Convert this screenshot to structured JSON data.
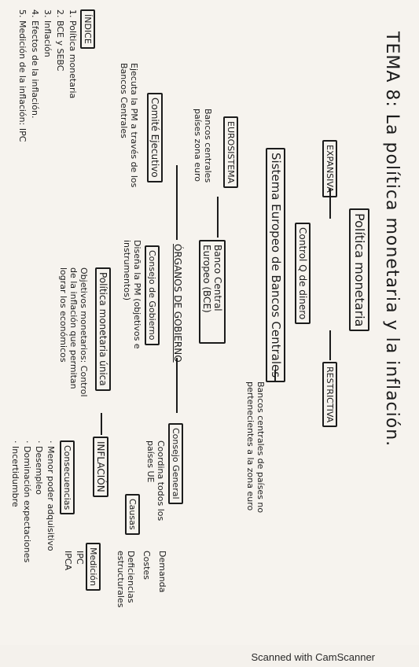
{
  "title": "TEMA 8: La política monetaria y la inflación.",
  "indice": {
    "heading": "ÍNDICE",
    "items": [
      "1. Política monetaria",
      "2. BCE y SEBC",
      "3. Inflación",
      "4. Efectos de la inflación.",
      "5. Medición de la inflación: IPC"
    ]
  },
  "map": {
    "politica_monetaria": "Política monetaria",
    "expansiva": "EXPANSIVA",
    "restrictiva": "RESTRICTIVA",
    "control": "Control Q de dinero",
    "sebc": "Sistema Europeo de Bancos Centrales",
    "sebc_desc": "Bancos centrales de países no pertenecientes a la zona euro",
    "eurosistema": "EUROSISTEMA",
    "eurosistema_desc": "Bancos centrales países zona euro",
    "bce": "Banco Central Europeo (BCE)",
    "organos": "ÓRGANOS DE GOBIERNO",
    "comite": "Comité Ejecutivo",
    "comite_desc": "Ejecuta la PM a través de los Bancos Centrales",
    "consejo_gobierno": "Consejo de Gobierno",
    "consejo_gobierno_desc": "Diseña la PM (objetivos e instrumentos)",
    "consejo_general": "Consejo General",
    "consejo_general_desc": "Coordina todos los países UE",
    "pm_unica": "Política monetaria única",
    "pm_unica_desc": "Objetivos monetarios: Control de la inflación que permitan lograr los económicos",
    "inflacion": "INFLACIÓN",
    "causas": "Causas",
    "causas_list": [
      "Demanda",
      "Costes",
      "Deficiencias estructurales"
    ],
    "consecuencias": "Consecuencias",
    "consecuencias_list": [
      "· Menor poder adquisitivo",
      "· Desempleo",
      "· Dominación expectaciones",
      "· Incertidumbre"
    ],
    "medicion": "Medición",
    "medicion_list": [
      "IPC",
      "IPCA"
    ]
  },
  "footer": "Scanned with CamScanner"
}
